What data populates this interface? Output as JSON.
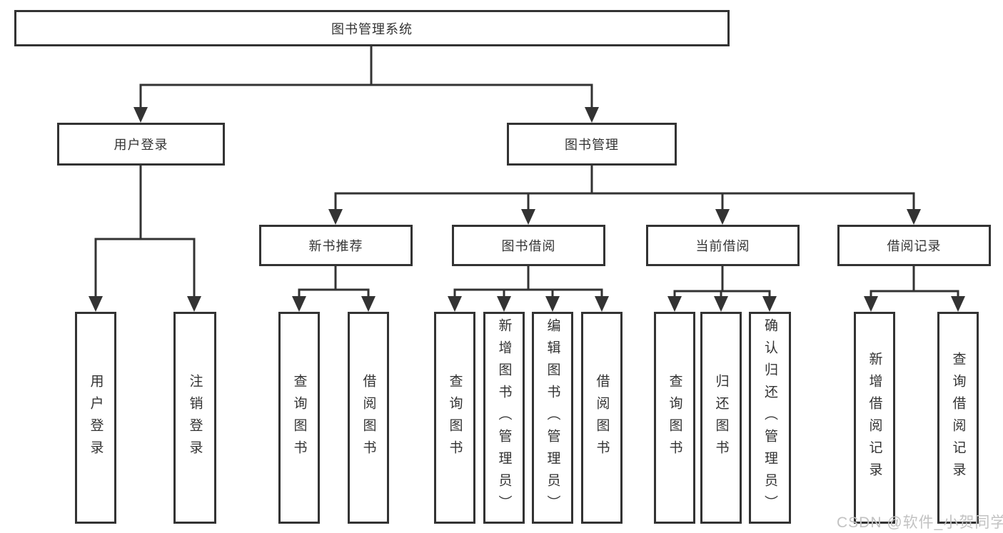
{
  "tree": {
    "root": {
      "label": "图书管理系统",
      "children": [
        {
          "label": "用户登录",
          "children": [
            {
              "label": "用户登录"
            },
            {
              "label": "注销登录"
            }
          ]
        },
        {
          "label": "图书管理",
          "children": [
            {
              "label": "新书推荐",
              "children": [
                {
                  "label": "查询图书"
                },
                {
                  "label": "借阅图书"
                }
              ]
            },
            {
              "label": "图书借阅",
              "children": [
                {
                  "label": "查询图书"
                },
                {
                  "label": "新增图书（管理员）"
                },
                {
                  "label": "编辑图书（管理员）"
                },
                {
                  "label": "借阅图书"
                }
              ]
            },
            {
              "label": "当前借阅",
              "children": [
                {
                  "label": "查询图书"
                },
                {
                  "label": "归还图书"
                },
                {
                  "label": "确认归还（管理员）"
                }
              ]
            },
            {
              "label": "借阅记录",
              "children": [
                {
                  "label": "新增借阅记录"
                },
                {
                  "label": "查询借阅记录"
                }
              ]
            }
          ]
        }
      ]
    }
  },
  "watermark": {
    "text": "CSDN @软件_小贺同学"
  },
  "colors": {
    "line": "#333333",
    "box_border": "#333333",
    "text": "#333333",
    "watermark": "#c2c2c2",
    "background": "#ffffff"
  }
}
